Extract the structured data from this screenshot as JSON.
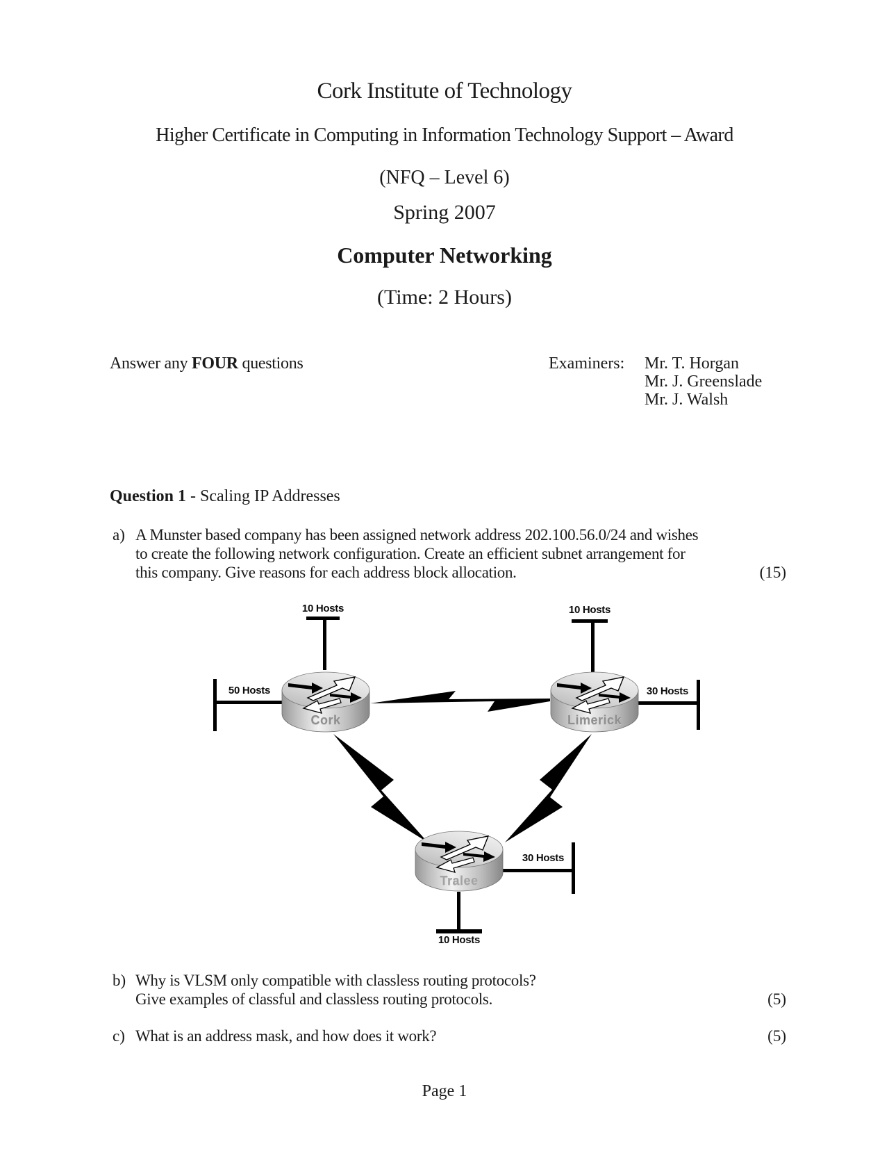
{
  "header": {
    "institution": "Cork Institute of Technology",
    "programme": "Higher Certificate in Computing in Information Technology Support – Award",
    "nfq": "(NFQ – Level 6)",
    "session": "Spring 2007",
    "subject": "Computer Networking",
    "time": "(Time: 2 Hours)"
  },
  "instructions": {
    "answer_prefix": "Answer any ",
    "answer_bold": "FOUR",
    "answer_suffix": " questions",
    "examiners_label": "Examiners:",
    "examiners": [
      "Mr. T. Horgan",
      "Mr. J. Greenslade",
      "Mr. J. Walsh"
    ]
  },
  "question1": {
    "heading_bold": "Question 1",
    "heading_rest": " - Scaling IP Addresses",
    "parts": [
      {
        "label": "a)",
        "lines": [
          "A Munster based company has been assigned network address 202.100.56.0/24 and wishes",
          "to create the following network configuration. Create an efficient subnet arrangement for",
          "this company. Give reasons for each address block allocation."
        ],
        "marks": "(15)"
      },
      {
        "label": "b)",
        "lines": [
          "Why is VLSM only compatible with classless routing protocols?",
          "Give examples of classful and classless routing protocols."
        ],
        "marks": "(5)"
      },
      {
        "label": "c)",
        "lines": [
          "What is an address mask, and how does it work?"
        ],
        "marks": "(5)"
      }
    ]
  },
  "diagram": {
    "routers": [
      {
        "name": "Cork"
      },
      {
        "name": "Limerick"
      },
      {
        "name": "Tralee"
      }
    ],
    "segment_labels": {
      "cork_lan_top": "10 Hosts",
      "limerick_lan_top": "10 Hosts",
      "cork_lan_left": "50 Hosts",
      "limerick_lan_right": "30 Hosts",
      "tralee_lan_right": "30 Hosts",
      "tralee_lan_bottom": "10 Hosts"
    },
    "colors": {
      "link_ink": "#000000",
      "router_body": "#c9c9c9"
    }
  },
  "footer": {
    "page_label": "Page 1"
  }
}
